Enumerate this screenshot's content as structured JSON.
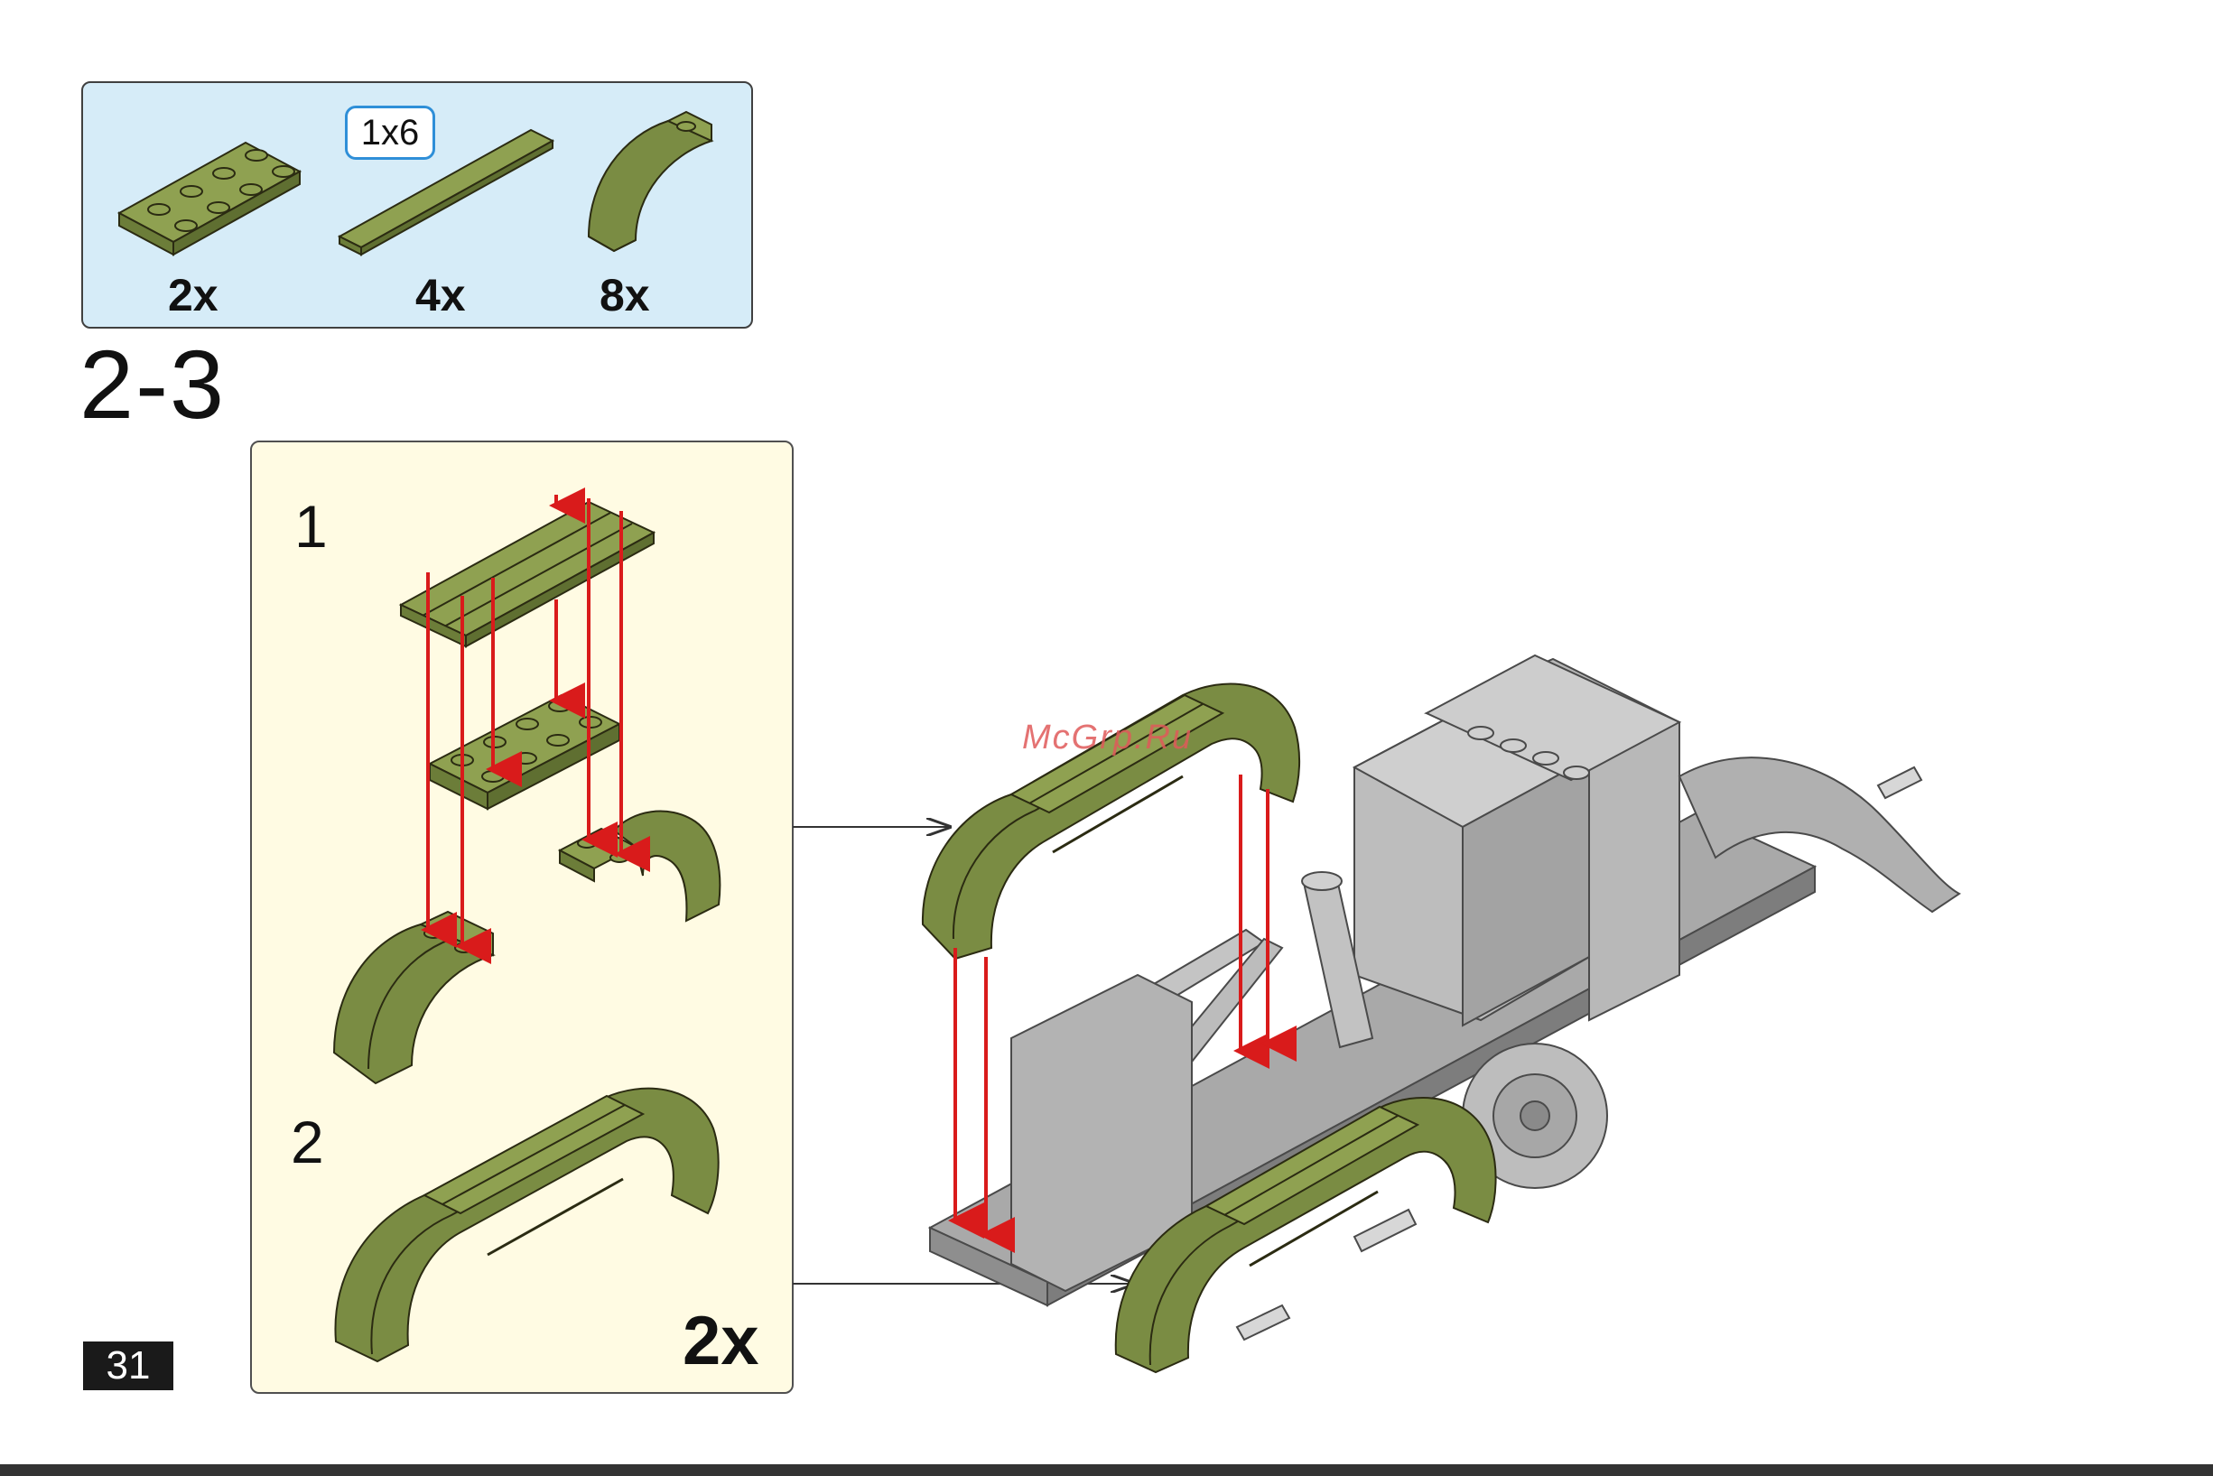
{
  "parts": [
    {
      "name": "2x4-plate",
      "qty": "2x"
    },
    {
      "name": "1x6-tile",
      "qty": "4x",
      "size_label": "1x6"
    },
    {
      "name": "curved-arch-brick",
      "qty": "8x"
    }
  ],
  "step": "2-3",
  "substeps": [
    "1",
    "2"
  ],
  "multiplier": "2x",
  "page_number": "31",
  "watermark": "McGrp.Ru",
  "colors": {
    "brick_green": "#7a8c43",
    "brick_green_light": "#8fa151",
    "brick_outline": "#2b2b12",
    "arrow_red": "#d91b1b",
    "grey_model": "#b5b5b5",
    "parts_bg": "#d6ecf8",
    "substep_bg": "#fffbe3",
    "tag_blue": "#2f8fd8"
  }
}
